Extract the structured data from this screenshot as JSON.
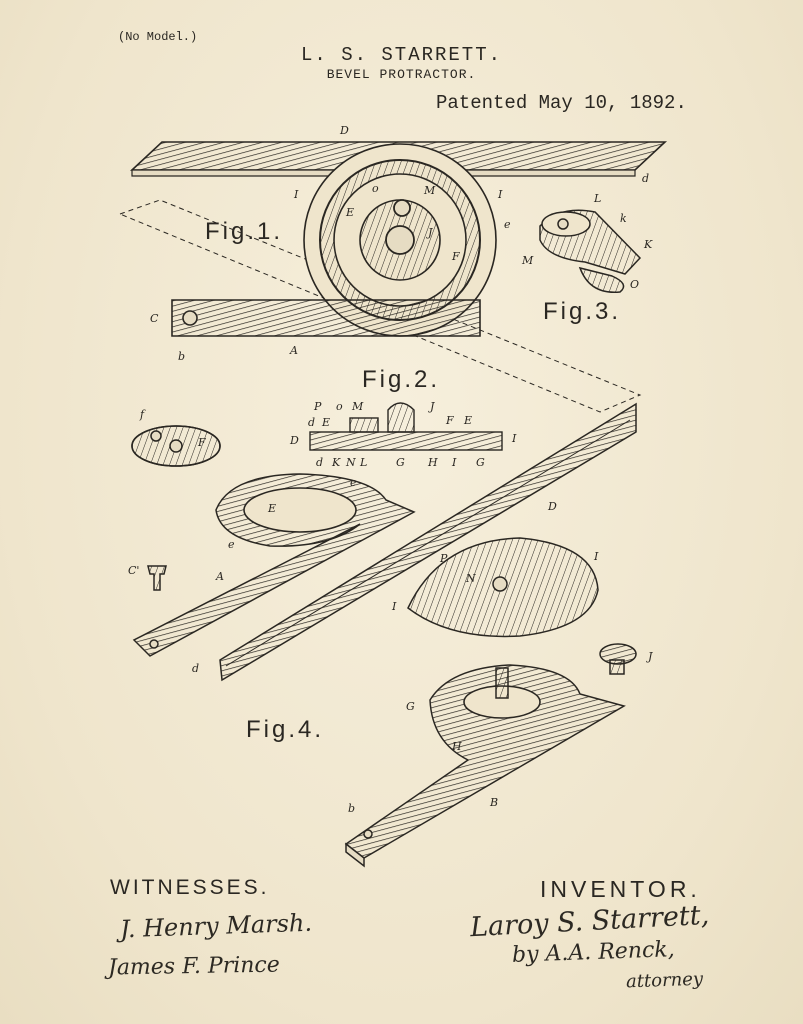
{
  "header": {
    "no_model": "(No Model.)",
    "inventor_name": "L. S. STARRETT.",
    "invention": "BEVEL PROTRACTOR.",
    "patent_date": "Patented May 10, 1892."
  },
  "figures": {
    "fig1": "Fig.1.",
    "fig2": "Fig.2.",
    "fig3": "Fig.3.",
    "fig4": "Fig.4."
  },
  "part_labels": {
    "D": "D",
    "d": "d",
    "I": "I",
    "E": "E",
    "o": "o",
    "M": "M",
    "J": "J",
    "e": "e",
    "F": "F",
    "C": "C",
    "b": "b",
    "A": "A",
    "L": "L",
    "k": "k",
    "K": "K",
    "O": "O",
    "P": "P",
    "K2": "K",
    "N": "N",
    "L2": "L",
    "G": "G",
    "H": "H",
    "f": "f",
    "C1": "C'",
    "B": "B"
  },
  "signatures": {
    "witnesses_heading": "WITNESSES.",
    "witness1": "J. Henry Marsh.",
    "witness2": "James F. Prince",
    "inventor_heading": "INVENTOR.",
    "inventor": "Laroy S. Starrett,",
    "by_attorney": "by A.A. Renck,",
    "attorney": "attorney"
  },
  "colors": {
    "paper": "#f1e9d3",
    "ink": "#2a2722"
  }
}
